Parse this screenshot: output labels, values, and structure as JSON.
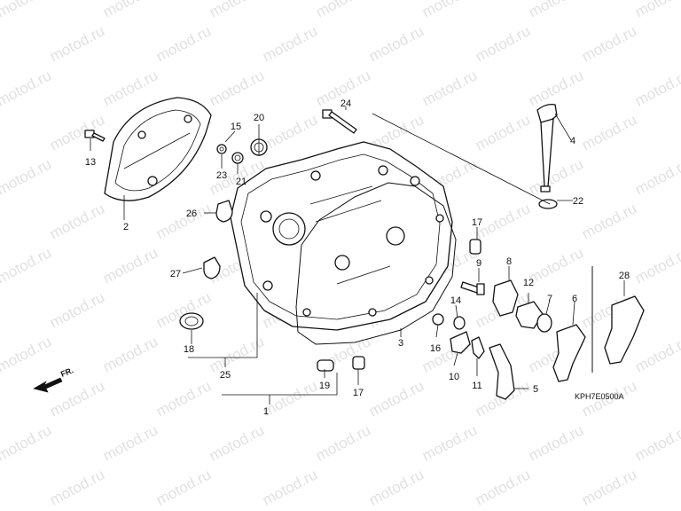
{
  "watermark": {
    "text": "motod.ru"
  },
  "diagram": {
    "code": "KPH7E0500A",
    "direction_label": "FR."
  },
  "labels": {
    "l1": "1",
    "l2": "2",
    "l3": "3",
    "l4": "4",
    "l5": "5",
    "l6": "6",
    "l7": "7",
    "l8": "8",
    "l9": "9",
    "l10": "10",
    "l11": "11",
    "l12": "12",
    "l13": "13",
    "l14": "14",
    "l15": "15",
    "l16": "16",
    "l17a": "17",
    "l17b": "17",
    "l18": "18",
    "l19": "19",
    "l20": "20",
    "l21": "21",
    "l22": "22",
    "l23": "23",
    "l24": "24",
    "l25": "25",
    "l26": "26",
    "l27": "27",
    "l28": "28"
  },
  "colors": {
    "line": "#111111",
    "watermark": "#bdbdbd",
    "background": "#ffffff"
  }
}
